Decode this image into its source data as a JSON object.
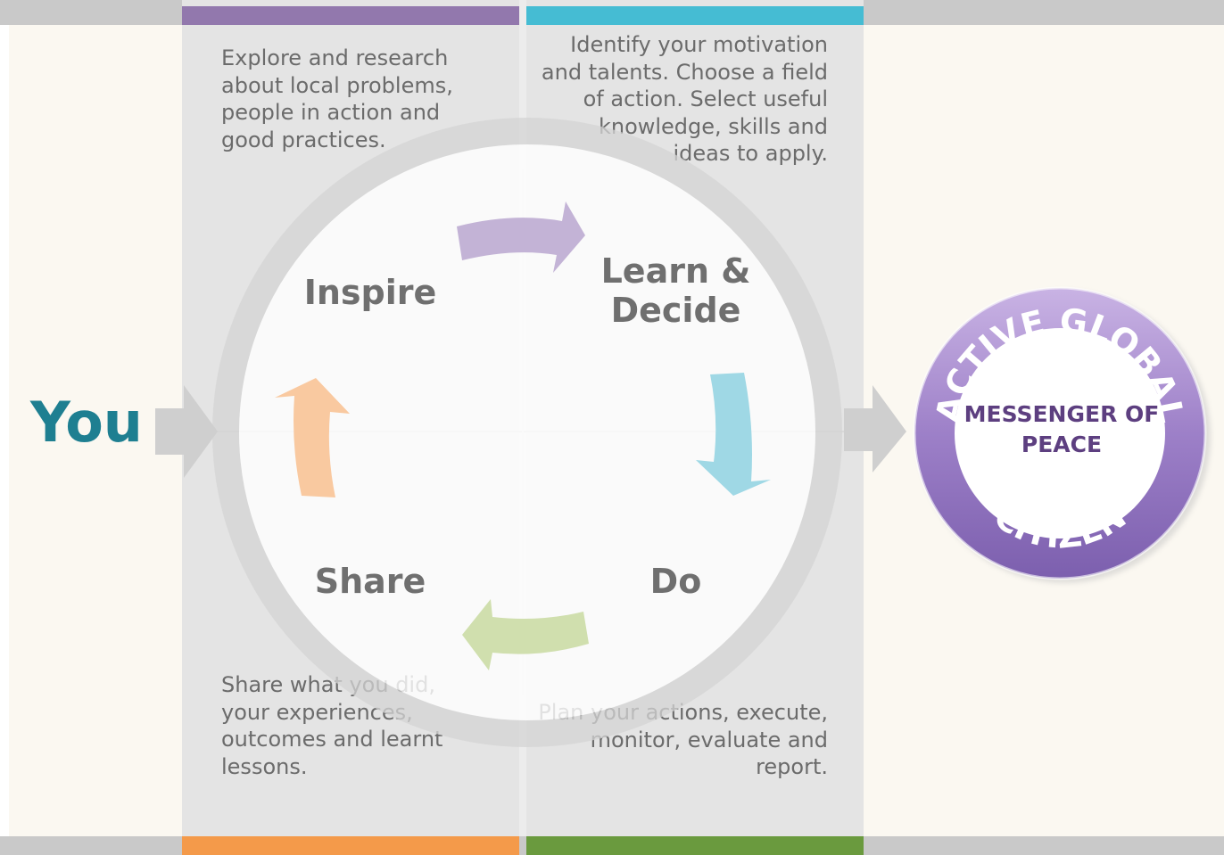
{
  "diagram": {
    "subject": "You",
    "stages": [
      {
        "name": "Inspire",
        "description": "Explore and research about local problems, people in action and good practices.",
        "color": "#c3b3d6"
      },
      {
        "name": "Learn & Decide",
        "description": "Identify your motivation and talents. Choose a field of action. Select useful knowledge, skills and ideas to apply.",
        "color": "#9fd8e5"
      },
      {
        "name": "Do",
        "description": "Plan your actions, execute, monitor, evaluate and report.",
        "color": "#d0dfae"
      },
      {
        "name": "Share",
        "description": "Share what you did, your experiences, outcomes and learnt lessons.",
        "color": "#f9c9a0"
      }
    ],
    "badge": {
      "outer_top": "ACTIVE GLOBAL",
      "outer_bottom": "CITIZEN",
      "inner": "MESSENGER OF PEACE",
      "color": "#9a7fc4"
    }
  }
}
